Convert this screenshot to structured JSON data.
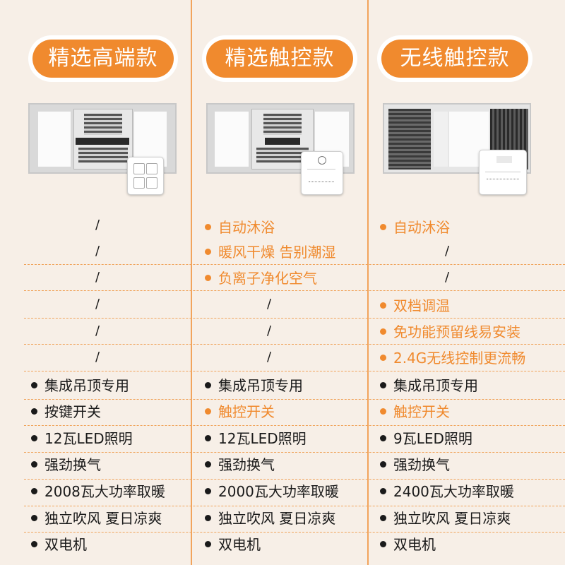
{
  "headers": [
    "精选高端款",
    "精选触控款",
    "无线触控款"
  ],
  "colors": {
    "accent": "#f08a2e",
    "background": "#f7efe7",
    "text": "#1a1a1a"
  },
  "rows": [
    {
      "c1": "/",
      "c2": "自动沐浴",
      "c3": "自动沐浴"
    },
    {
      "c1": "/",
      "c2": "暖风干燥 告别潮湿",
      "c3": "/"
    },
    {
      "c1": "/",
      "c2": "负离子净化空气",
      "c3": "/"
    },
    {
      "c1": "/",
      "c2": "/",
      "c3": "双档调温"
    },
    {
      "c1": "/",
      "c2": "/",
      "c3": "免功能预留线易安装"
    },
    {
      "c1": "/",
      "c2": "/",
      "c3": "2.4G无线控制更流畅"
    },
    {
      "c1": "集成吊顶专用",
      "c2": "集成吊顶专用",
      "c3": "集成吊顶专用"
    },
    {
      "c1": "按键开关",
      "c2": "触控开关",
      "c3": "触控开关"
    },
    {
      "c1": "12瓦LED照明",
      "c2": "12瓦LED照明",
      "c3": "9瓦LED照明"
    },
    {
      "c1": "强劲换气",
      "c2": "强劲换气",
      "c3": "强劲换气"
    },
    {
      "c1": "2008瓦大功率取暖",
      "c2": "2000瓦大功率取暖",
      "c3": "2400瓦大功率取暖"
    },
    {
      "c1": "独立吹风 夏日凉爽",
      "c2": "独立吹风 夏日凉爽",
      "c3": "独立吹风 夏日凉爽"
    },
    {
      "c1": "双电机",
      "c2": "双电机",
      "c3": "双电机"
    }
  ]
}
